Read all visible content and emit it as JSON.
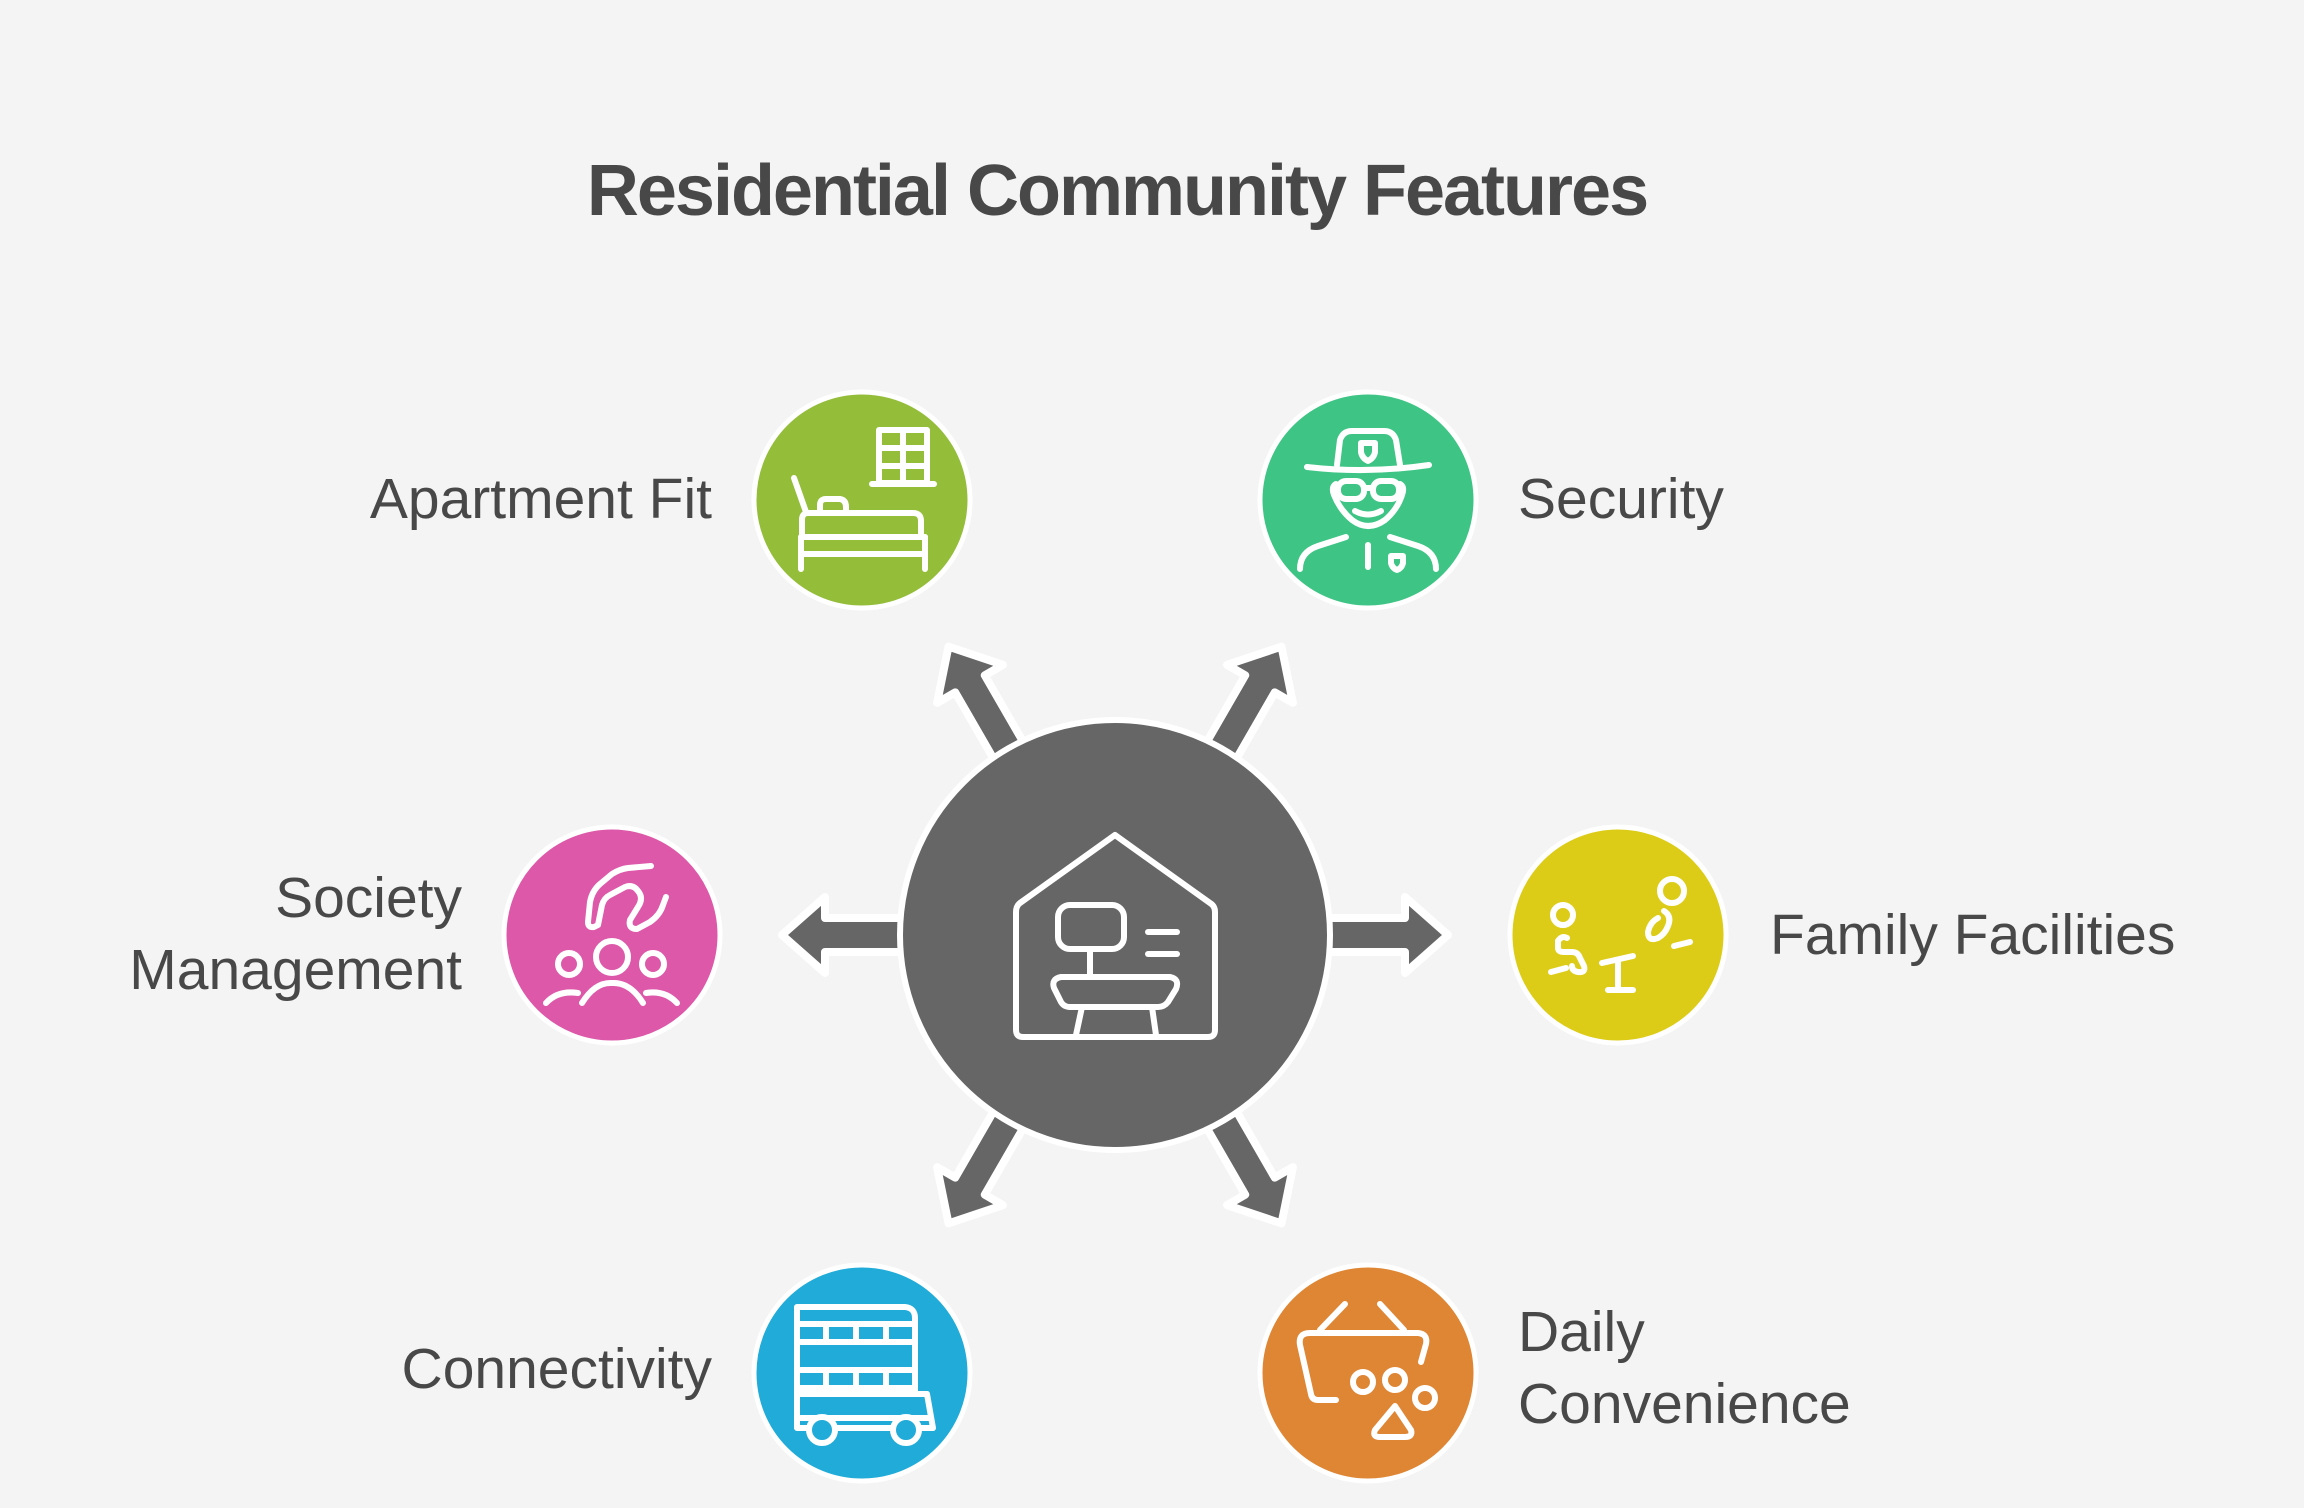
{
  "title": "Residential Community Features",
  "hub": {
    "icon": "house-with-chair-icon",
    "color": "#666666"
  },
  "nodes": [
    {
      "id": "apartment-fit",
      "lines": [
        "Apartment Fit"
      ],
      "icon": "bed-window-icon",
      "color": "#94bd3a"
    },
    {
      "id": "security",
      "lines": [
        "Security"
      ],
      "icon": "security-guard-icon",
      "color": "#3ec585"
    },
    {
      "id": "family-facilities",
      "lines": [
        "Family Facilities"
      ],
      "icon": "seesaw-icon",
      "color": "#ddcc17"
    },
    {
      "id": "daily-convenience",
      "lines": [
        "Daily",
        "Convenience"
      ],
      "icon": "shopping-basket-icon",
      "color": "#df8634"
    },
    {
      "id": "connectivity",
      "lines": [
        "Connectivity"
      ],
      "icon": "double-decker-bus-icon",
      "color": "#20abd9"
    },
    {
      "id": "society-management",
      "lines": [
        "Society",
        "Management"
      ],
      "icon": "hand-over-group-icon",
      "color": "#dd58a9"
    }
  ]
}
